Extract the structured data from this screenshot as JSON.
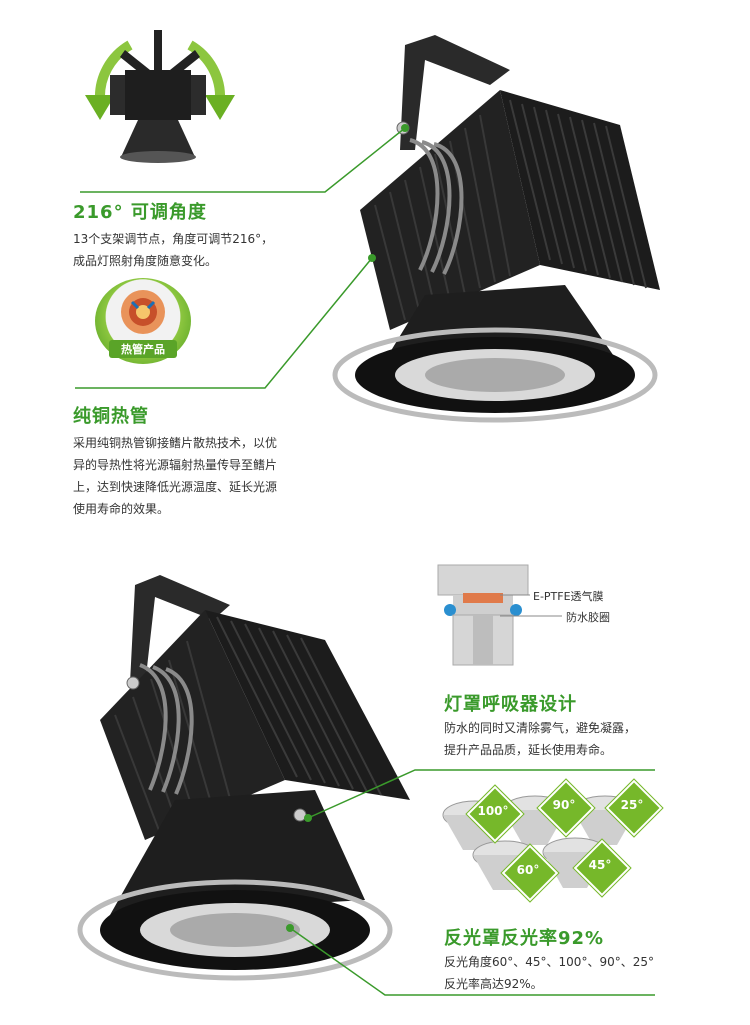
{
  "section1": {
    "title": "216° 可调角度",
    "desc_line1": "13个支架调节点，角度可调节216°，",
    "desc_line2": "成品灯照射角度随意变化。"
  },
  "heatpipe_badge": "热管产品",
  "section2": {
    "title": "纯铜热管",
    "desc_line1": "采用纯铜热管铆接鳍片散热技术，以优",
    "desc_line2": "异的导热性将光源辐射热量传导至鳍片",
    "desc_line3": "上，达到快速降低光源温度、延长光源",
    "desc_line4": "使用寿命的效果。"
  },
  "breather": {
    "label_ptfe": "E-PTFE透气膜",
    "label_ring": "防水胶圈",
    "title": "灯罩呼吸器设计",
    "desc_line1": "防水的同时又清除雾气，避免凝露，",
    "desc_line2": "提升产品品质，延长使用寿命。"
  },
  "reflector": {
    "angles": [
      "100°",
      "90°",
      "25°",
      "60°",
      "45°"
    ],
    "title": "反光罩反光率92%",
    "desc_line1": "反光角度60°、45°、100°、90°、25°",
    "desc_line2": "反光率高达92%。"
  },
  "colors": {
    "accent": "#3a9a2b",
    "badge": "#76b82a",
    "dark": "#1e1e1e"
  }
}
